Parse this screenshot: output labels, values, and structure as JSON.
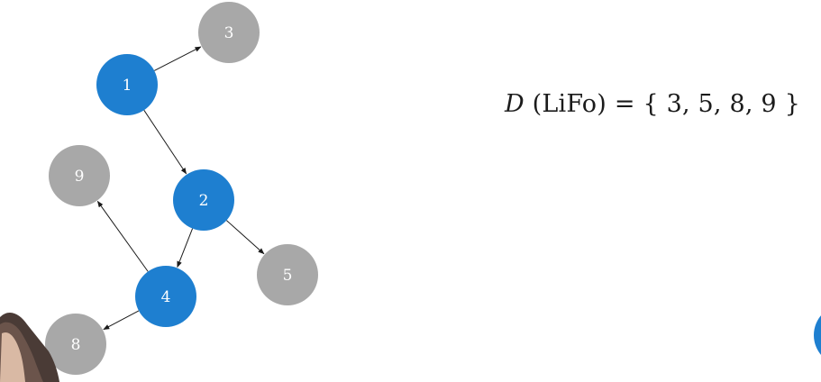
{
  "colors": {
    "visited": "#1e7fd0",
    "pending": "#a8a8a8",
    "edge": "#1a1a1a",
    "text": "#1b1b1b"
  },
  "nodes": [
    {
      "id": "1",
      "label": "1",
      "state": "visited"
    },
    {
      "id": "2",
      "label": "2",
      "state": "visited"
    },
    {
      "id": "3",
      "label": "3",
      "state": "pending"
    },
    {
      "id": "4",
      "label": "4",
      "state": "visited"
    },
    {
      "id": "5",
      "label": "5",
      "state": "pending"
    },
    {
      "id": "8",
      "label": "8",
      "state": "pending"
    },
    {
      "id": "9",
      "label": "9",
      "state": "pending"
    }
  ],
  "edges": [
    {
      "from": "1",
      "to": "3"
    },
    {
      "from": "1",
      "to": "2"
    },
    {
      "from": "2",
      "to": "4"
    },
    {
      "from": "2",
      "to": "5"
    },
    {
      "from": "4",
      "to": "9"
    },
    {
      "from": "4",
      "to": "8"
    }
  ],
  "formula": {
    "variable": "D",
    "qualifier": "(LiFo)",
    "equals": "=",
    "set": "{ 3, 5, 8, 9 }"
  }
}
